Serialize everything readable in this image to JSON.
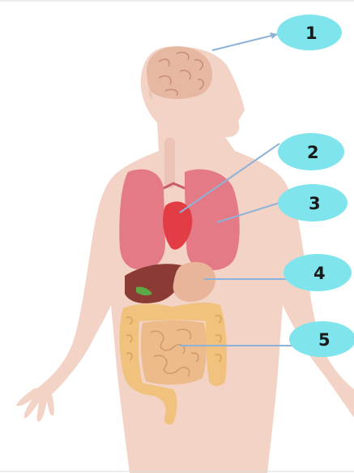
{
  "labels": [
    {
      "id": 1,
      "text": "1"
    },
    {
      "id": 2,
      "text": "2"
    },
    {
      "id": 3,
      "text": "3"
    },
    {
      "id": 4,
      "text": "4"
    },
    {
      "id": 5,
      "text": "5"
    }
  ],
  "colors": {
    "skin": "#f2d3c6",
    "brain": "#e6b8a2",
    "lungs": "#e37a85",
    "heart": "#e23c45",
    "liver": "#8b3a34",
    "stomach": "#e8b49a",
    "intestine": "#f0c27e",
    "bubble": "#7fe4ec",
    "leader": "#8fb2d8"
  }
}
